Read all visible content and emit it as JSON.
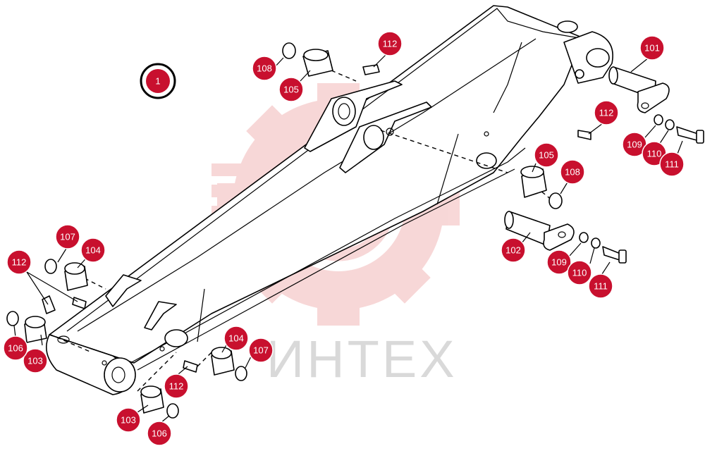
{
  "diagram": {
    "assembly_label": "1",
    "watermark_text": "ИНТЕХ",
    "watermark_color": "#f2b8b8",
    "callout_color": "#c8102e",
    "callouts": [
      {
        "id": "c-101",
        "label": "101"
      },
      {
        "id": "c-102",
        "label": "102"
      },
      {
        "id": "c-103a",
        "label": "103"
      },
      {
        "id": "c-103b",
        "label": "103"
      },
      {
        "id": "c-104a",
        "label": "104"
      },
      {
        "id": "c-104b",
        "label": "104"
      },
      {
        "id": "c-105a",
        "label": "105"
      },
      {
        "id": "c-105b",
        "label": "105"
      },
      {
        "id": "c-106a",
        "label": "106"
      },
      {
        "id": "c-106b",
        "label": "106"
      },
      {
        "id": "c-107a",
        "label": "107"
      },
      {
        "id": "c-107b",
        "label": "107"
      },
      {
        "id": "c-108a",
        "label": "108"
      },
      {
        "id": "c-108b",
        "label": "108"
      },
      {
        "id": "c-109a",
        "label": "109"
      },
      {
        "id": "c-109b",
        "label": "109"
      },
      {
        "id": "c-110a",
        "label": "110"
      },
      {
        "id": "c-110b",
        "label": "110"
      },
      {
        "id": "c-111a",
        "label": "111"
      },
      {
        "id": "c-111b",
        "label": "111"
      },
      {
        "id": "c-112a",
        "label": "112"
      },
      {
        "id": "c-112b",
        "label": "112"
      },
      {
        "id": "c-112c",
        "label": "112"
      },
      {
        "id": "c-112d",
        "label": "112"
      }
    ]
  }
}
